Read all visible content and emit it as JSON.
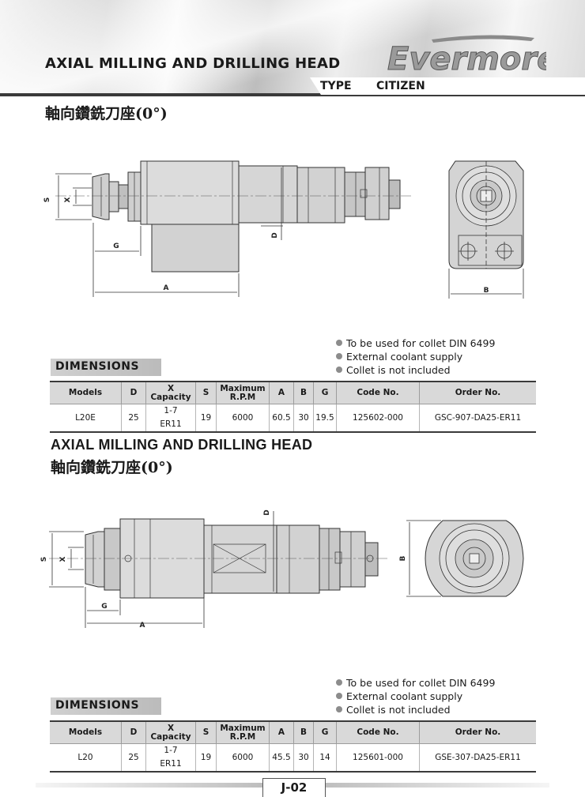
{
  "header": {
    "title": "AXIAL MILLING AND DRILLING HEAD",
    "brand": "Evermore",
    "type_label": "TYPE",
    "type_value": "CITIZEN"
  },
  "sections": [
    {
      "chinese_title": "軸向鑽銑刀座(0°)",
      "drawing_labels": {
        "s": "S",
        "x": "X",
        "g": "G",
        "a": "A",
        "d": "D",
        "b": "B"
      },
      "dimensions_label": "DIMENSIONS",
      "notes": [
        "To be used for collet DIN 6499",
        "External coolant supply",
        "Collet is not included"
      ],
      "table": {
        "headers": {
          "models": "Models",
          "d": "D",
          "x_line1": "X",
          "x_line2": "Capacity",
          "s": "S",
          "rpm_line1": "Maximum",
          "rpm_line2": "R.P.M",
          "a": "A",
          "b": "B",
          "g": "G",
          "code": "Code No.",
          "order": "Order No."
        },
        "row": {
          "models": "L20E",
          "d": "25",
          "x_line1": "1-7",
          "x_line2": "ER11",
          "s": "19",
          "rpm": "6000",
          "a": "60.5",
          "b": "30",
          "g": "19.5",
          "code": "125602-000",
          "order": "GSC-907-DA25-ER11"
        }
      }
    },
    {
      "english_title": "AXIAL MILLING AND DRILLING HEAD",
      "chinese_title": "軸向鑽銑刀座(0°)",
      "drawing_labels": {
        "s": "S",
        "x": "X",
        "g": "G",
        "a": "A",
        "d": "D",
        "b": "B"
      },
      "dimensions_label": "DIMENSIONS",
      "notes": [
        "To be used for collet DIN 6499",
        "External coolant supply",
        "Collet is not included"
      ],
      "table": {
        "headers": {
          "models": "Models",
          "d": "D",
          "x_line1": "X",
          "x_line2": "Capacity",
          "s": "S",
          "rpm_line1": "Maximum",
          "rpm_line2": "R.P.M",
          "a": "A",
          "b": "B",
          "g": "G",
          "code": "Code No.",
          "order": "Order No."
        },
        "row": {
          "models": "L20",
          "d": "25",
          "x_line1": "1-7",
          "x_line2": "ER11",
          "s": "19",
          "rpm": "6000",
          "a": "45.5",
          "b": "30",
          "g": "14",
          "code": "125601-000",
          "order": "GSE-307-DA25-ER11"
        }
      }
    }
  ],
  "footer": {
    "page_number": "J-02"
  }
}
